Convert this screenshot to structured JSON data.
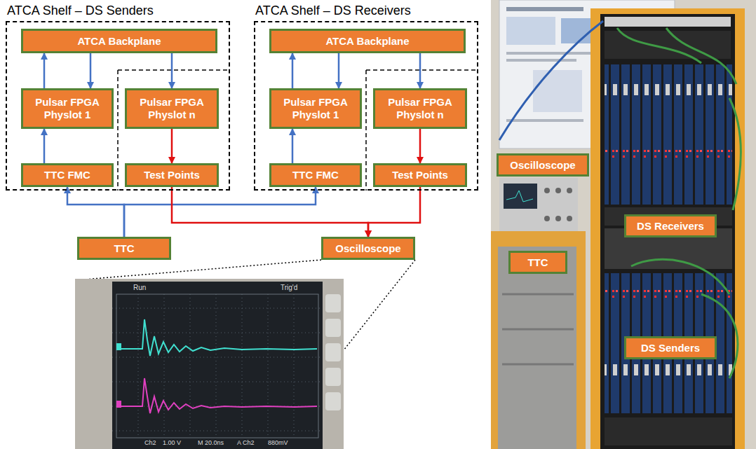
{
  "diagram": {
    "nodes": [
      {
        "text": [
          "ATCA Shelf – DS Senders"
        ]
      },
      {
        "text": [
          "ATCA Backplane"
        ],
        "in": 0
      },
      {
        "text": [
          "Pulsar FPGA Physlot 1"
        ],
        "in": 0
      },
      {
        "text": [
          "Pulsar FPGA Physlot n"
        ],
        "in": 0
      },
      {
        "text": [
          "TTC FMC"
        ],
        "in": 0
      },
      {
        "text": [
          "Test Points"
        ],
        "in": 0
      },
      {
        "text": [
          "ATCA Shelf – DS Receivers"
        ]
      },
      {
        "text": [
          "ATCA Backplane"
        ],
        "in": 6
      },
      {
        "text": [
          "Pulsar FPGA Physlot 1"
        ],
        "in": 6
      },
      {
        "text": [
          "Pulsar FPGA Physlot n"
        ],
        "in": 6
      },
      {
        "text": [
          "TTC FMC"
        ],
        "in": 6
      },
      {
        "text": [
          "Test Points"
        ],
        "in": 6
      },
      {
        "text": [
          "TTC"
        ]
      },
      {
        "text": [
          "Oscilloscope"
        ]
      },
      {
        "text": [
          "Oscilloscope"
        ]
      },
      {
        "text": [
          "DS Receivers"
        ]
      },
      {
        "text": [
          "TTC"
        ]
      },
      {
        "text": [
          "DS Senders"
        ]
      }
    ],
    "edges": [
      {
        "from": 2,
        "to": 1,
        "arrow": "to"
      },
      {
        "from": 1,
        "to": 2,
        "arrow": "to"
      },
      {
        "from": 1,
        "to": 3,
        "arrow": "to"
      },
      {
        "from": 3,
        "to": 5,
        "arrow": "to"
      },
      {
        "from": 4,
        "to": 2,
        "arrow": "to"
      },
      {
        "from": 8,
        "to": 7,
        "arrow": "to"
      },
      {
        "from": 7,
        "to": 8,
        "arrow": "to"
      },
      {
        "from": 7,
        "to": 9,
        "arrow": "to"
      },
      {
        "from": 9,
        "to": 11,
        "arrow": "to"
      },
      {
        "from": 10,
        "to": 8,
        "arrow": "to"
      },
      {
        "from": 12,
        "to": 4,
        "arrow": "to"
      },
      {
        "from": 12,
        "to": 10,
        "arrow": "to"
      },
      {
        "from": 5,
        "to": 13,
        "arrow": "to"
      },
      {
        "from": 11,
        "to": 13,
        "arrow": "to"
      }
    ],
    "labels": [
      "Run",
      "Trig'd",
      "Ch2",
      "1.00 V",
      "M 20.0ns",
      "A Ch2",
      "880mV"
    ]
  }
}
